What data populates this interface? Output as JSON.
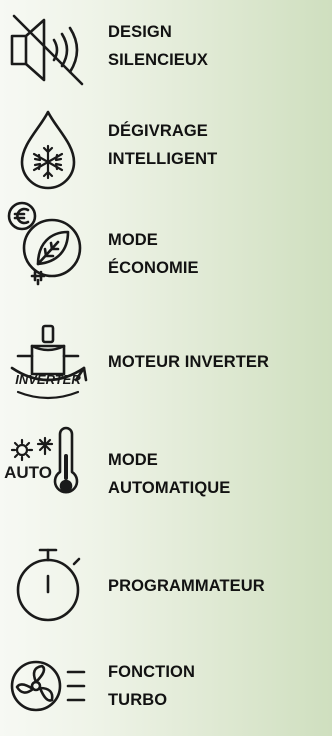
{
  "features": [
    {
      "id": "silent",
      "icon": "speaker-mute-icon",
      "lines": [
        "DESIGN",
        "SILENCIEUX"
      ]
    },
    {
      "id": "defrost",
      "icon": "snowflake-drop-icon",
      "lines": [
        "DÉGIVRAGE",
        "INTELLIGENT"
      ]
    },
    {
      "id": "eco",
      "icon": "euro-leaf-icon",
      "lines": [
        "MODE",
        "ÉCONOMIE"
      ]
    },
    {
      "id": "inverter",
      "icon": "inverter-motor-icon",
      "lines": [
        "MOTEUR INVERTER"
      ],
      "icon_text": "INVERTER"
    },
    {
      "id": "auto",
      "icon": "auto-thermometer-icon",
      "lines": [
        "MODE",
        "AUTOMATIQUE"
      ],
      "icon_text": "AUTO"
    },
    {
      "id": "timer",
      "icon": "stopwatch-icon",
      "lines": [
        "PROGRAMMATEUR"
      ]
    },
    {
      "id": "turbo",
      "icon": "turbo-fan-icon",
      "lines": [
        "FONCTION",
        "TURBO"
      ]
    }
  ]
}
